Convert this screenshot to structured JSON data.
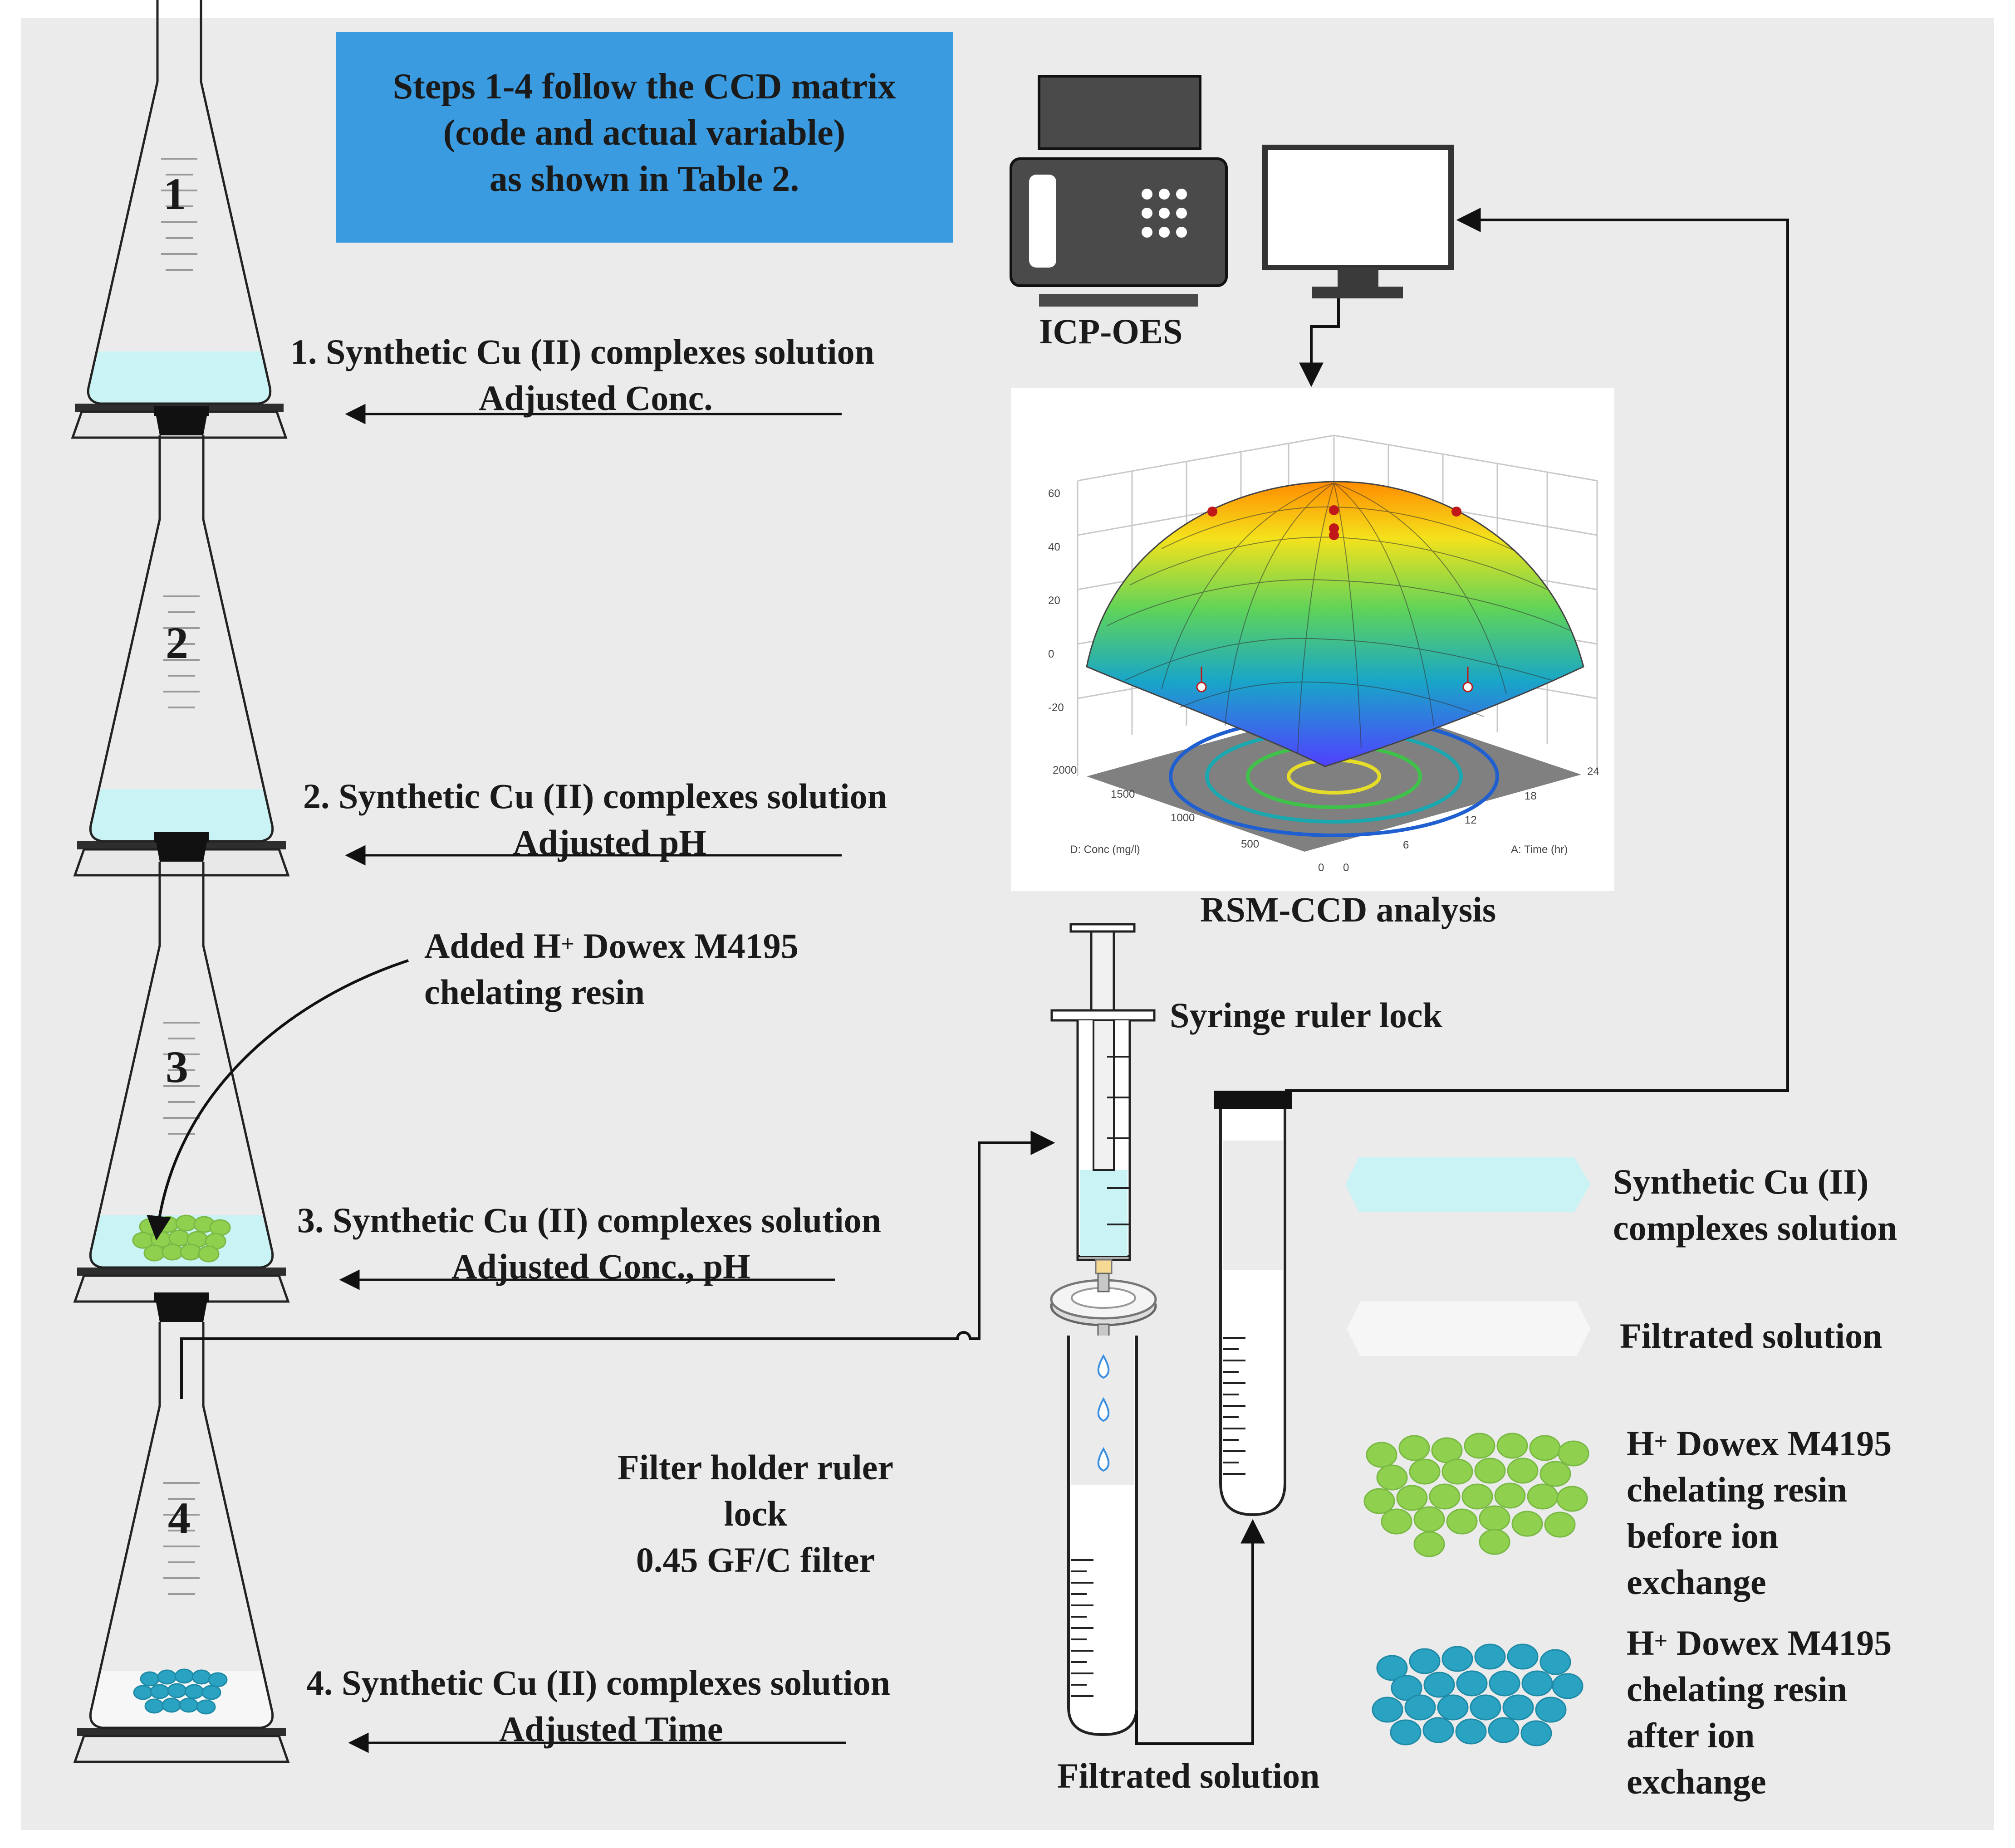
{
  "note": {
    "text": "Steps 1-4 follow the CCD matrix\n(code and actual variable)\nas shown in Table 2."
  },
  "flasks": [
    {
      "number": "1",
      "line1": "1. Synthetic Cu (II) complexes solution",
      "line2": "Adjusted Conc."
    },
    {
      "number": "2",
      "line1": "2. Synthetic Cu (II) complexes solution",
      "line2": "Adjusted pH"
    },
    {
      "number": "3",
      "line1": "3. Synthetic Cu (II) complexes solution",
      "line2": "Adjusted Conc., pH"
    },
    {
      "number": "4",
      "line1": "4. Synthetic Cu (II) complexes solution",
      "line2": "Adjusted Time"
    }
  ],
  "resin_added": {
    "prefix": "Added H",
    "sup": "+",
    "rest": " Dowex M4195",
    "line2": "chelating resin"
  },
  "instrument": {
    "label": "ICP-OES"
  },
  "analysis": {
    "label": "RSM-CCD analysis",
    "z_ticks": [
      "60",
      "40",
      "20",
      "0",
      "-20"
    ],
    "x_ticks": [
      "2000",
      "1500",
      "1000",
      "500",
      "0"
    ],
    "y_ticks": [
      "0",
      "6",
      "12",
      "18",
      "24"
    ],
    "x_axis_label": "D: Conc (mg/l)",
    "y_axis_label": "A: Time (hr)"
  },
  "syringe": {
    "label": "Syringe ruler lock"
  },
  "filter": {
    "line1": "Filter holder ruler",
    "line2": "lock",
    "line3": "0.45 GF/C filter"
  },
  "filtrated": {
    "label": "Filtrated solution"
  },
  "legend": {
    "solution": {
      "line1": "Synthetic Cu (II)",
      "line2": "complexes solution"
    },
    "filtrate": {
      "label": "Filtrated solution"
    },
    "resin_before": {
      "prefix": "H",
      "sup": "+",
      "rest": " Dowex M4195",
      "line2": "chelating resin",
      "line3": "before ion",
      "line4": "exchange"
    },
    "resin_after": {
      "prefix": "H",
      "sup": "+",
      "rest": " Dowex M4195",
      "line2": "chelating resin",
      "line3": "after ion",
      "line4": "exchange"
    }
  },
  "colors": {
    "panel": "#ebebeb",
    "note_box": "#3a9be0",
    "solution": "#c9f3f5",
    "resin_green": "#8fd14f",
    "resin_blue": "#2aa3c3",
    "instrument": "#4a4a4a"
  }
}
